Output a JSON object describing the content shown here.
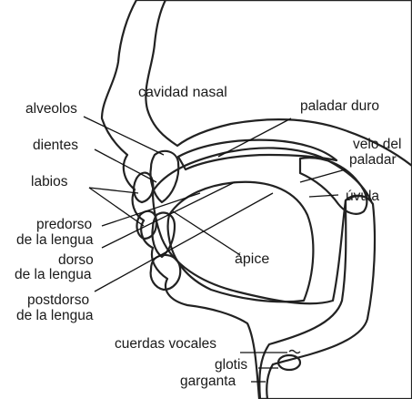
{
  "labels": {
    "nasal_cavity": "cavidad nasal",
    "hard_palate": "paladar duro",
    "velum_line1": "velo del",
    "velum_line2": "paladar",
    "uvula": "úvula",
    "alveoli": "alveolos",
    "teeth": "dientes",
    "lips": "labios",
    "predorsum_line1": "predorso",
    "predorsum_line2": "de la lengua",
    "dorsum_line1": "dorso",
    "dorsum_line2": "de la lengua",
    "apex": "ápice",
    "postdorsum_line1": "postdorso",
    "postdorsum_line2": "de la lengua",
    "vocal_cords": "cuerdas vocales",
    "glottis": "glotis",
    "throat": "garganta"
  },
  "colors": {
    "tissue_light": "#d2d2d2",
    "tissue_dark": "#8e8e8e",
    "cavity": "#ffffff",
    "outline": "#222222"
  }
}
